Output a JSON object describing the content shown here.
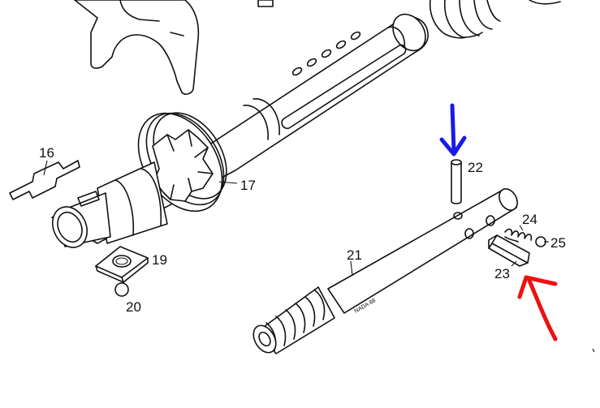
{
  "diagram": {
    "part_labels": [
      "16",
      "17",
      "19",
      "20",
      "21",
      "22",
      "23",
      "24",
      "25"
    ],
    "shaft_stamp": "NADA 88",
    "annotation_colors": {
      "blue_arrow": "#1a1ae6",
      "red_arrow": "#ee1111"
    },
    "annotations": [
      {
        "name": "blue-arrow",
        "points_to": "22"
      },
      {
        "name": "red-arrow",
        "points_to": "23"
      }
    ]
  }
}
